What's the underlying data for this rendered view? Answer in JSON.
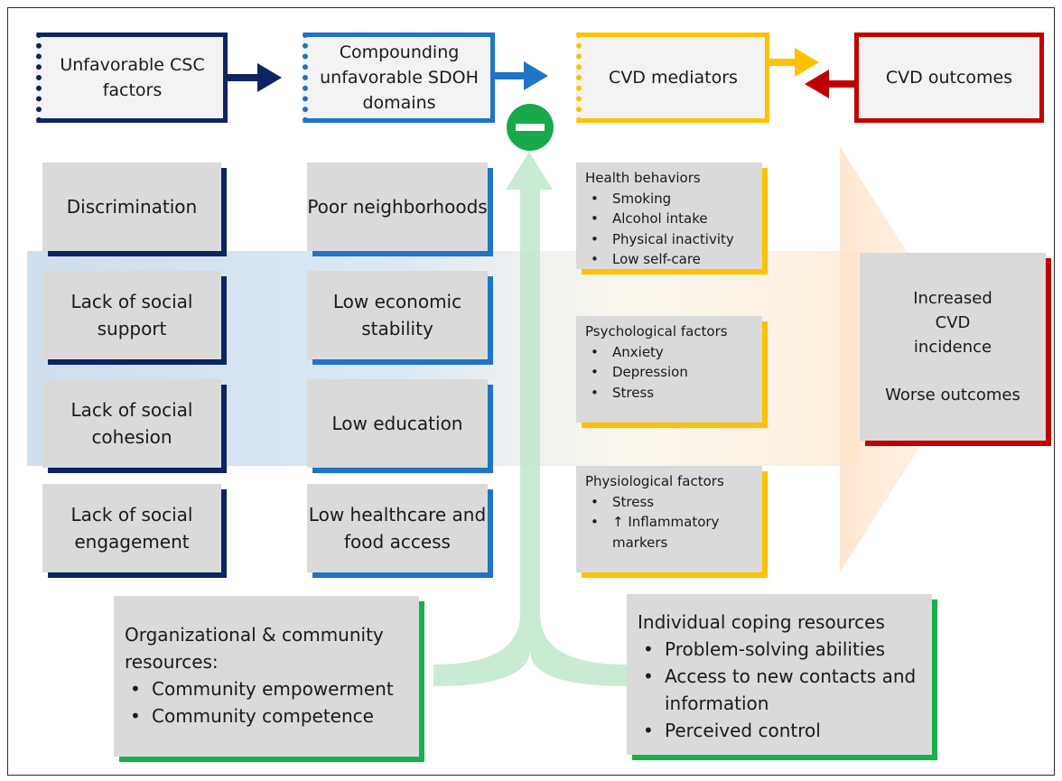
{
  "headers": {
    "csc": "Unfavorable CSC factors",
    "sdoh": "Compounding unfavorable SDOH domains",
    "mediators": "CVD mediators",
    "outcomes": "CVD outcomes"
  },
  "csc_factors": [
    "Discrimination",
    "Lack of social support",
    "Lack of social cohesion",
    "Lack of social engagement"
  ],
  "sdoh_domains": [
    "Poor neighborhoods",
    "Low economic stability",
    "Low education",
    "Low healthcare and food access"
  ],
  "mediators": [
    {
      "title": "Health behaviors",
      "items": [
        "Smoking",
        "Alcohol intake",
        "Physical inactivity",
        "Low self-care"
      ]
    },
    {
      "title": "Psychological factors",
      "items": [
        "Anxiety",
        "Depression",
        "Stress"
      ]
    },
    {
      "title": "Physiological factors",
      "items": [
        "Stress",
        "↑ Inflammatory markers"
      ]
    }
  ],
  "outcome": {
    "line1": "Increased CVD incidence",
    "line2": "Worse outcomes"
  },
  "resources": {
    "organizational": {
      "title": "Organizational & community resources:",
      "items": [
        "Community empowerment",
        "Community competence"
      ]
    },
    "individual": {
      "title": "Individual coping resources",
      "items": [
        "Problem-solving abilities",
        "Access to new contacts and information",
        "Perceived control"
      ]
    }
  },
  "colors": {
    "navy": "#0d2463",
    "blue": "#1e74c6",
    "yellow": "#ffc000",
    "red": "#c00000",
    "green": "#18b04a",
    "box": "#dadada"
  }
}
